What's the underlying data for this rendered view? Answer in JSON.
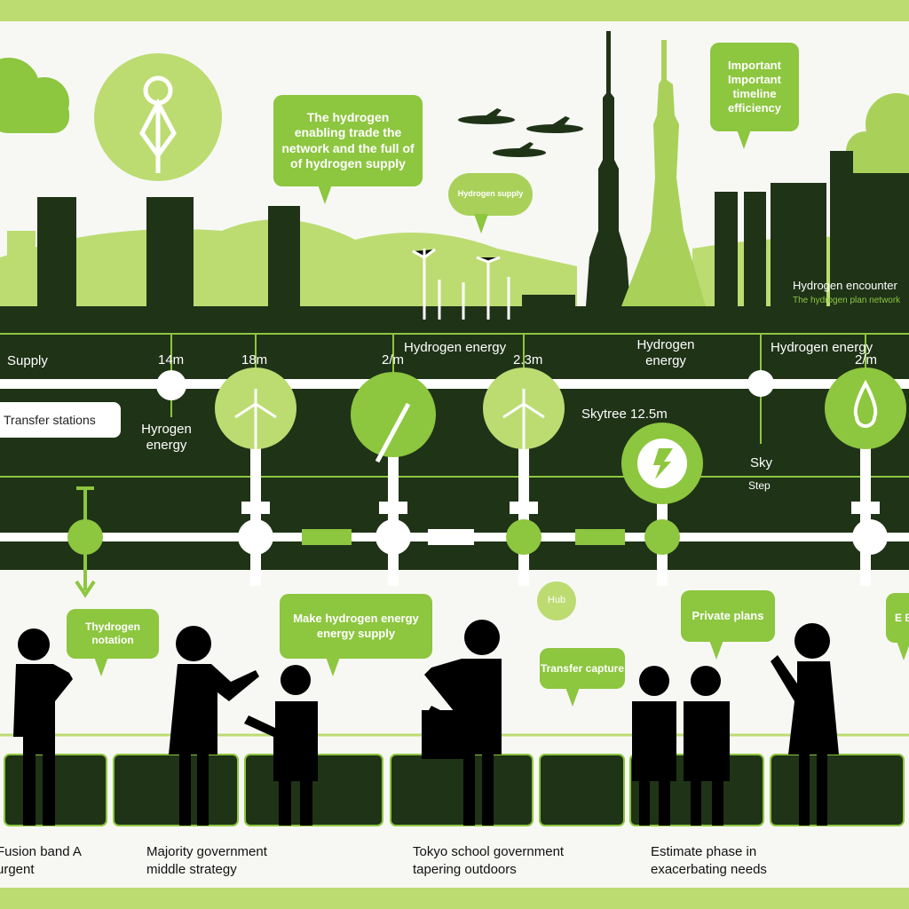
{
  "colors": {
    "dark": "#1f3317",
    "bright": "#8dc63f",
    "light": "#bcdc72"
  },
  "bubbles": {
    "supply_note": "The hydrogen enabling trade the network and the full of of hydrogen supply",
    "important_note": "Important Important timeline efficiency",
    "cloud_badge": "Hydrogen supply",
    "hydrogen_innovation": "Thydrogen notation",
    "energy_supply": "Make hydrogen energy energy supply",
    "hub": "Hub",
    "transfer": "Transfer capture",
    "private": "Private plans",
    "edge": "E B"
  },
  "side_title": "Hydrogen encounter",
  "side_subtitle": "The hydrogen plan network",
  "timeline": {
    "supply": "Supply",
    "t1": "14m",
    "t2": "18m",
    "t3": "2/m",
    "t4": "2.3m",
    "t5": "2/m",
    "h1": "Hydrogen energy",
    "h2": "Hydrogen energy",
    "h3": "Hydrogen energy",
    "h4": "Hyrogen energy",
    "stations": "Transfer stations",
    "skytree": "Skytree 12.5m",
    "sky": "Sky",
    "step": "Step"
  },
  "captions": [
    "Fusion band A urgent",
    "Majority government middle strategy",
    "Tokyo school government tapering outdoors",
    "Estimate phase in exacerbating needs"
  ]
}
